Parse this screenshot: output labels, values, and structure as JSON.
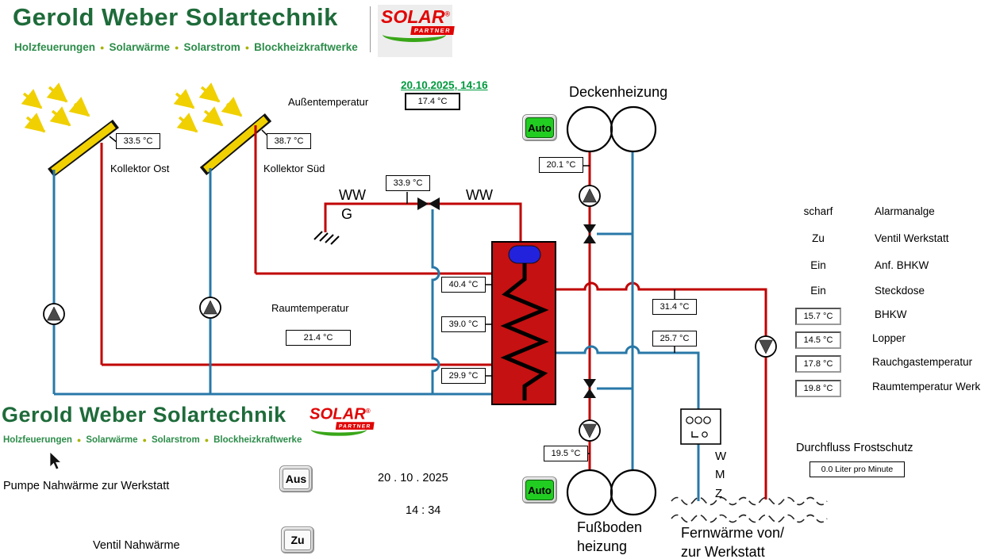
{
  "header": {
    "company": "Gerold Weber Solartechnik",
    "tagline": [
      "Holzfeuerungen",
      "Solarwärme",
      "Solarstrom",
      "Blockheizkraftwerke"
    ],
    "separator": "●",
    "logo": {
      "name": "SOLAR",
      "reg": "®",
      "partner": "PARTNER"
    }
  },
  "datetime_top": "20.10.2025, 14:16",
  "labels": {
    "aussentemperatur": "Außentemperatur",
    "deckenheizung": "Deckenheizung",
    "kollektor_ost": "Kollektor Ost",
    "kollektor_sued": "Kollektor Süd",
    "ww_left": "WW",
    "ww_g": "G",
    "ww_right": "WW",
    "raumtemperatur": "Raumtemperatur",
    "fussbodenheizung": "Fußboden\nheizung",
    "fernwaerme": "Fernwärme von/\nzur Werkstatt",
    "wmz": "W\nM\nZ",
    "durchfluss": "Durchfluss Frostschutz",
    "pumpe_nahwaerme": "Pumpe Nahwärme zur Werkstatt",
    "ventil_nahwaerme": "Ventil Nahwärme"
  },
  "values": {
    "aussen": "17.4 °C",
    "kollektor_ost": "33.5 °C",
    "kollektor_sued": "38.7 °C",
    "ww": "33.9 °C",
    "deckenheizung_vl": "20.1 °C",
    "speicher_oben": "40.4 °C",
    "speicher_mitte": "39.0 °C",
    "speicher_unten": "29.9 °C",
    "raum": "21.4 °C",
    "werkstatt_vl": "31.4 °C",
    "werkstatt_rl": "25.7 °C",
    "fussboden_vl": "19.5 °C",
    "durchfluss": "0.0 Liter pro Minute"
  },
  "status": [
    {
      "state": "scharf",
      "label": "Alarmanalge"
    },
    {
      "state": "Zu",
      "label": "Ventil Werkstatt"
    },
    {
      "state": "Ein",
      "label": "Anf. BHKW"
    },
    {
      "state": "Ein",
      "label": "Steckdose"
    }
  ],
  "readings": [
    {
      "value": "15.7 °C",
      "label": "BHKW"
    },
    {
      "value": "14.5 °C",
      "label": "Lopper"
    },
    {
      "value": "17.8 °C",
      "label": "Rauchgastemperatur"
    },
    {
      "value": "19.8 °C",
      "label": "Raumtemperatur Werk"
    }
  ],
  "buttons": {
    "auto_top": "Auto",
    "auto_bottom": "Auto",
    "aus": "Aus",
    "zu": "Zu"
  },
  "bottom": {
    "date": "20 . 10 .  2025",
    "time": "14  :  34"
  },
  "colors": {
    "pipe_hot": "#c00000",
    "pipe_cold": "#2878a8",
    "tank": "#c51111",
    "auto_green": "#22cd22"
  }
}
